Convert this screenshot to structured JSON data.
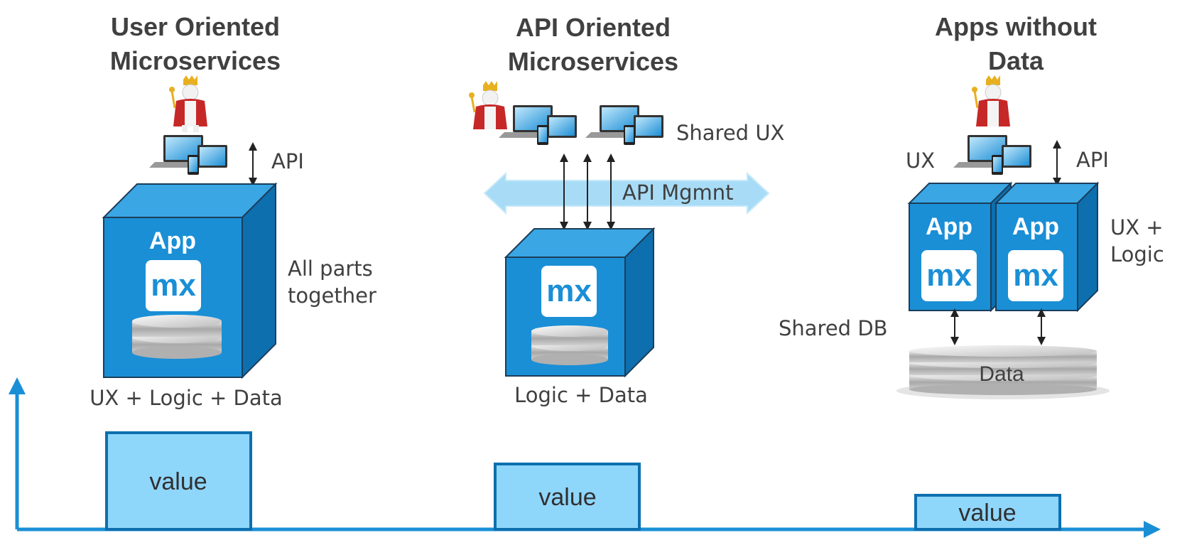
{
  "colors": {
    "cube_front": "#1a8fd6",
    "cube_top": "#3aa6e4",
    "cube_side": "#0d6fae",
    "axis": "#1a8fd6",
    "value_fill": "#8fd6fb",
    "value_stroke": "#0d6fae",
    "api_band": "#a8dcf6",
    "text": "#404040"
  },
  "columns": {
    "user": {
      "title_line1": "User Oriented",
      "title_line2": "Microservices",
      "api_label": "API",
      "app_label": "App",
      "logo_text": "mx",
      "side_line1": "All parts",
      "side_line2": "together",
      "caption": "UX + Logic + Data",
      "value_label": "value",
      "value_level": 0.62
    },
    "api": {
      "title_line1": "API Oriented",
      "title_line2": "Microservices",
      "shared_ux_label": "Shared UX",
      "api_mgmt_label": "API Mgmnt",
      "logo_text": "mx",
      "caption": "Logic + Data",
      "value_label": "value",
      "value_level": 0.42
    },
    "apps": {
      "title_line1": "Apps without",
      "title_line2": "Data",
      "ux_label": "UX",
      "api_label": "API",
      "app1_label": "App",
      "app2_label": "App",
      "logo_text": "mx",
      "side_line1": "UX +",
      "side_line2": "Logic",
      "shared_db_label": "Shared DB",
      "data_label": "Data",
      "value_label": "value",
      "value_level": 0.22
    }
  }
}
